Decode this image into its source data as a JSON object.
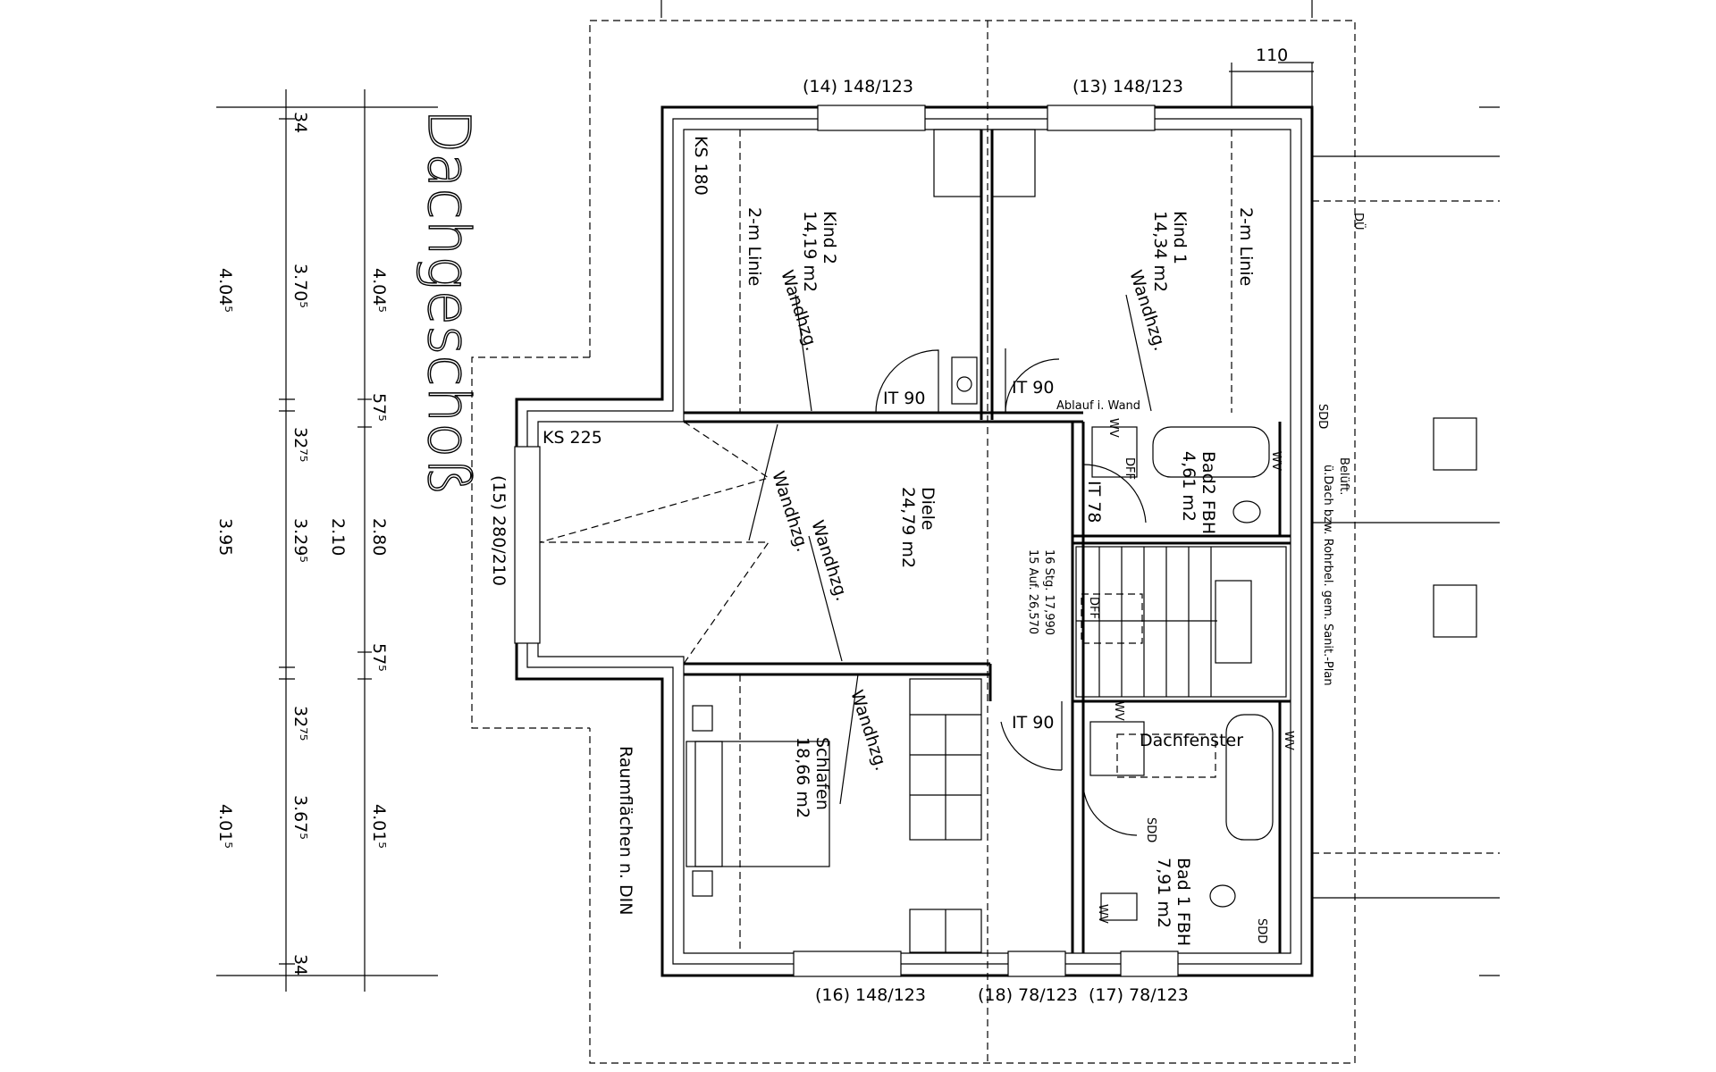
{
  "title": "Dachgeschoß",
  "note_areas": "Raumflächen n. DIN",
  "rooms": {
    "kind2": {
      "name": "Kind 2",
      "area": "14,19 m2"
    },
    "kind1": {
      "name": "Kind 1",
      "area": "14,34 m2"
    },
    "diele": {
      "name": "Diele",
      "area": "24,79 m2"
    },
    "bad2": {
      "name": "Bad2  FBH",
      "area": "4,61  m2"
    },
    "schlafen": {
      "name": "Schlafen",
      "area": "18,66 m2"
    },
    "bad1": {
      "name": "Bad 1  FBH",
      "area": "7,91 m2"
    }
  },
  "windows": {
    "w14": "(14)  148/123",
    "w13": "(13)  148/123",
    "w15": "(15)  280/210",
    "w16": "(16)  148/123",
    "w18": "(18)  78/123",
    "w17": "(17)  78/123"
  },
  "labels": {
    "ks180": "KS 180",
    "ks225": "KS 225",
    "it90_a": "IT 90",
    "it90_b": "IT 90",
    "it90_c": "IT 90",
    "it78": "IT 78",
    "zwei_m_linie_a": "2-m Linie",
    "zwei_m_linie_b": "2-m Linie",
    "wandhzg_1": "Wandhzg.",
    "wandhzg_2": "Wandhzg.",
    "wandhzg_3": "Wandhzg.",
    "wandhzg_4": "Wandhzg.",
    "wandhzg_5": "Wandhzg.",
    "ablauf": "Ablauf i. Wand",
    "stairs_1": "16 Stg. 17,990",
    "stairs_2": "15 Auf. 26,570",
    "dff_1": "DFF",
    "dff_2": "DFF",
    "dachfenster": "Dachfenster",
    "sdd_1": "SDD",
    "sdd_2": "SDD",
    "sdd_3": "SDD",
    "du": "DÜ",
    "beluft_1": "Belüft.",
    "beluft_2": "ü.Dach bzw. Rohrbel. gem. Sanit.-Plan",
    "wv_1": "WV",
    "wv_2": "WV",
    "wv_3": "WV",
    "wv_4": "WV",
    "wv_5": "WV",
    "dim_110": "110"
  },
  "dimensions": {
    "col1": [
      "4.04⁵",
      "3.95",
      "4.01⁵"
    ],
    "col2": [
      "34",
      "3.70⁵",
      "32⁷⁵",
      "3.29⁵",
      "32⁷⁵",
      "3.67⁵",
      "34"
    ],
    "col2b": "2.10",
    "col3": [
      "4.04⁵",
      "57⁵",
      "2.80",
      "57⁵",
      "4.01⁵"
    ]
  }
}
